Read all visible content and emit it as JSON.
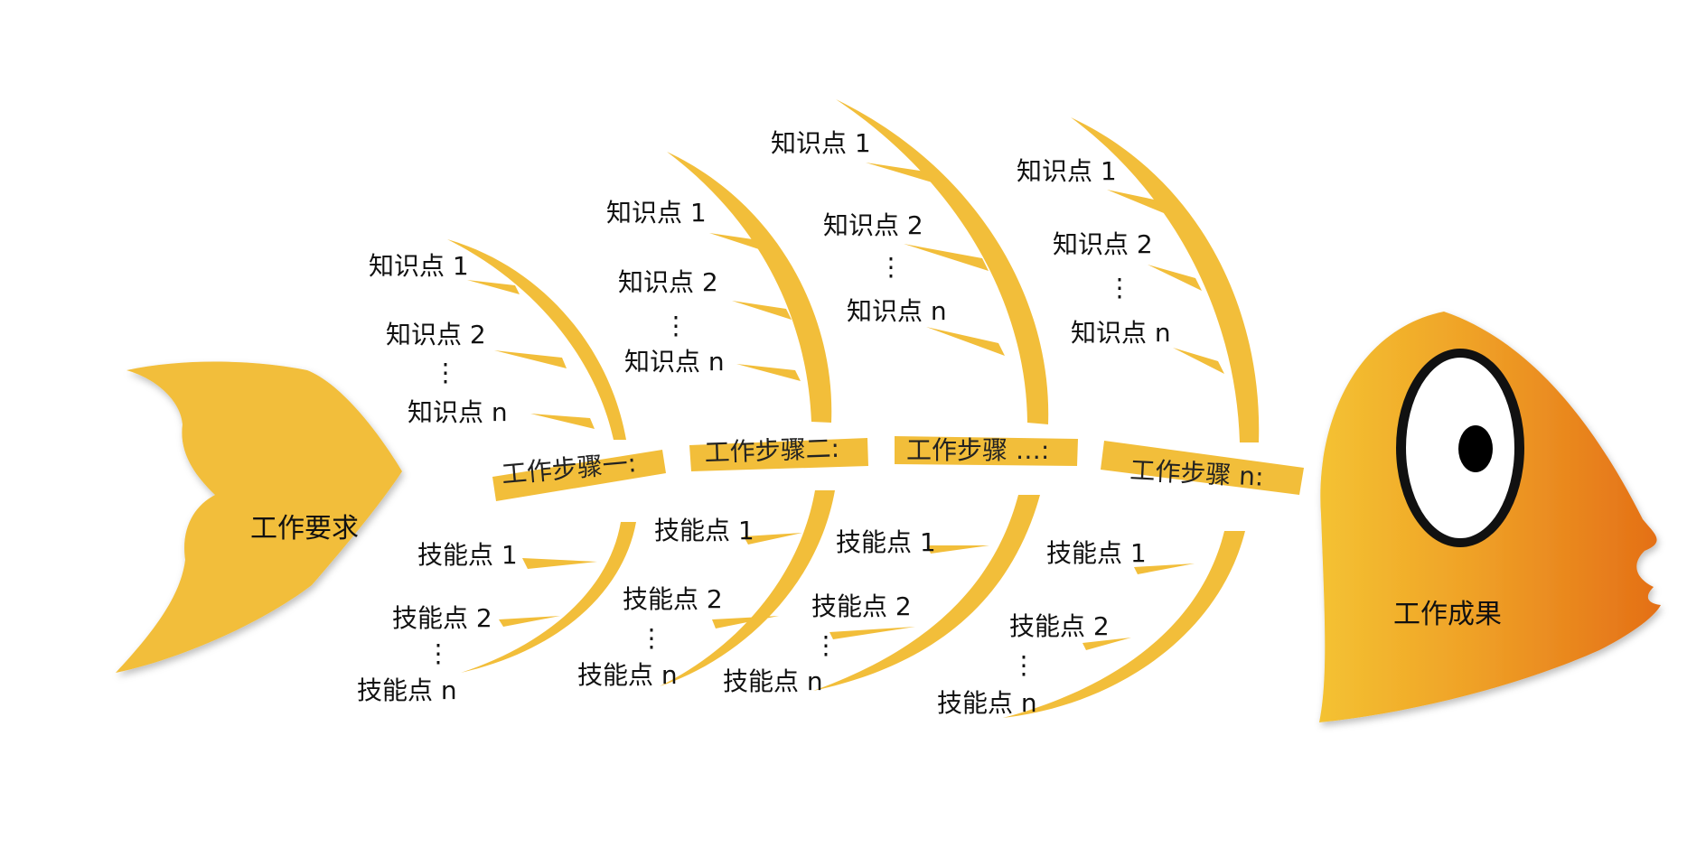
{
  "tail": {
    "label": "工作要求"
  },
  "head": {
    "label": "工作成果"
  },
  "steps": [
    {
      "label": "工作步骤一:",
      "knowledge": {
        "item1": "知识点 1",
        "item2": "知识点 2",
        "dots": "⋮",
        "itemN": "知识点 n"
      },
      "skills": {
        "item1": "技能点 1",
        "item2": "技能点 2",
        "dots": "⋮",
        "itemN": "技能点 n"
      }
    },
    {
      "label": "工作步骤二:",
      "knowledge": {
        "item1": "知识点 1",
        "item2": "知识点 2",
        "dots": "⋮",
        "itemN": "知识点 n"
      },
      "skills": {
        "item1": "技能点 1",
        "item2": "技能点 2",
        "dots": "⋮",
        "itemN": "技能点 n"
      }
    },
    {
      "label": "工作步骤 …:",
      "knowledge": {
        "item1": "知识点 1",
        "item2": "知识点 2",
        "dots": "⋮",
        "itemN": "知识点 n"
      },
      "skills": {
        "item1": "技能点 1",
        "item2": "技能点 2",
        "dots": "⋮",
        "itemN": "技能点 n"
      }
    },
    {
      "label": "工作步骤 n:",
      "knowledge": {
        "item1": "知识点 1",
        "item2": "知识点 2",
        "dots": "⋮",
        "itemN": "知识点 n"
      },
      "skills": {
        "item1": "技能点 1",
        "item2": "技能点 2",
        "dots": "⋮",
        "itemN": "技能点 n"
      }
    }
  ],
  "colors": {
    "bone": "#F2BE3A",
    "tail": "#F2BE3A",
    "head_start": "#F4C232",
    "head_end": "#E46F16",
    "eye_ring": "#111111",
    "eye_white": "#ffffff",
    "pupil": "#000000",
    "text": "#111111"
  }
}
